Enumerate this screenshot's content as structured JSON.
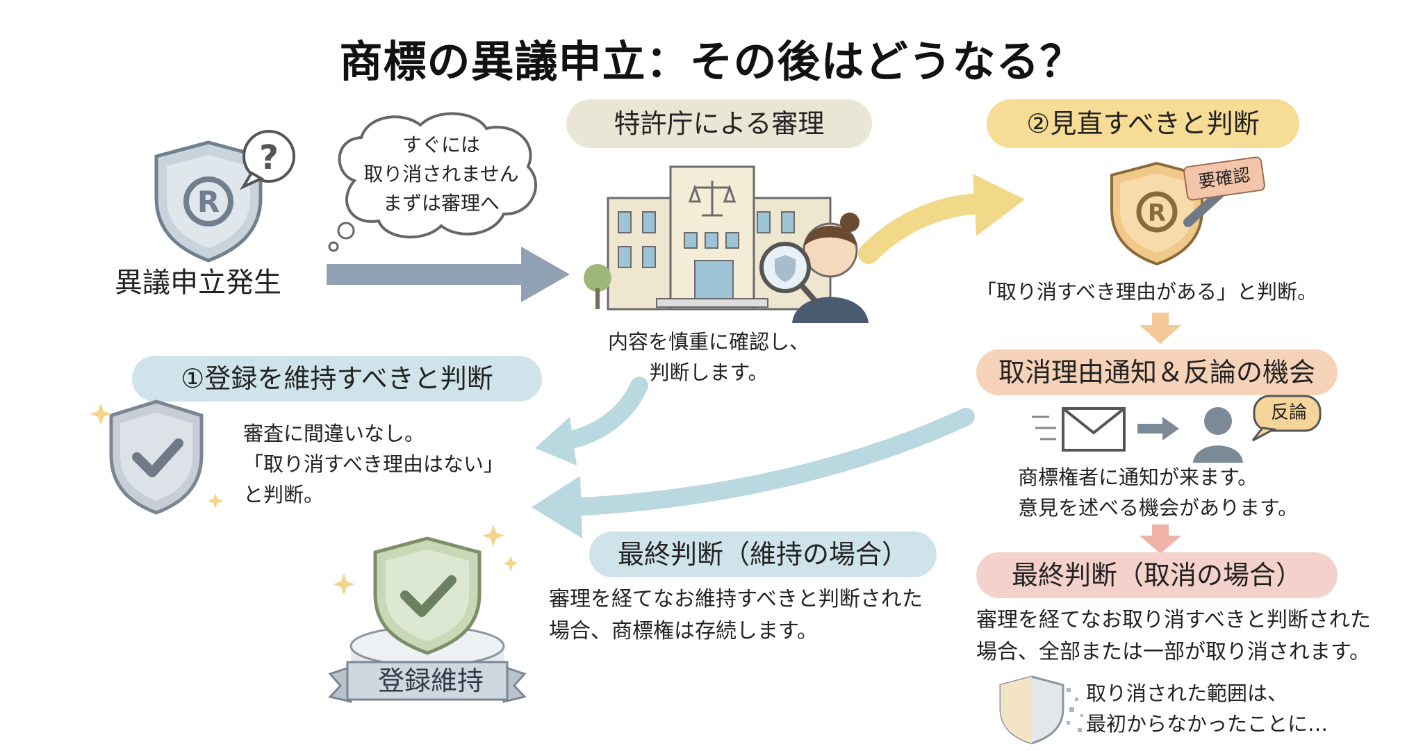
{
  "title": "商標の異議申立：その後はどうなる？",
  "start": {
    "label": "異議申立発生",
    "bubble_lines": [
      "すぐには",
      "取り消されません",
      "まずは審理へ"
    ]
  },
  "review": {
    "header": "特許庁による審理",
    "desc_lines": [
      "内容を慎重に確認し、",
      "判断します。"
    ]
  },
  "maintain": {
    "header": "①登録を維持すべきと判断",
    "desc_lines": [
      "審査に間違いなし。",
      "「取り消すべき理由はない」",
      "と判断。"
    ],
    "badge": "登録維持"
  },
  "reconsider": {
    "header": "②見直すべきと判断",
    "tag": "要確認",
    "desc": "「取り消すべき理由がある」と判断。"
  },
  "notice": {
    "header": "取消理由通知＆反論の機会",
    "bubble": "反論",
    "desc_lines": [
      "商標権者に通知が来ます。",
      "意見を述べる機会があります。"
    ]
  },
  "final_maintain": {
    "header": "最終判断（維持の場合）",
    "desc_lines": [
      "審理を経てなお維持すべきと判断された",
      "場合、商標権は存続します。"
    ]
  },
  "final_cancel": {
    "header": "最終判断（取消の場合）",
    "desc_lines": [
      "審理を経てなお取り消すべきと判断された",
      "場合、全部または一部が取り消されます。"
    ],
    "note_lines": [
      "取り消された範囲は、",
      "最初からなかったことに…"
    ]
  },
  "colors": {
    "gray_pill": "#e9e6d5",
    "yellow_pill": "#f6dc95",
    "peach_pill": "#f6d3b8",
    "blue_pill": "#cfe4ea",
    "pink_pill": "#f4d2cb",
    "arrow_gray": "#8fa1b3",
    "arrow_blue": "#b9d8df",
    "arrow_yellow": "#f2d98a",
    "arrow_peach": "#f5c896",
    "arrow_pink": "#efb2a7"
  }
}
